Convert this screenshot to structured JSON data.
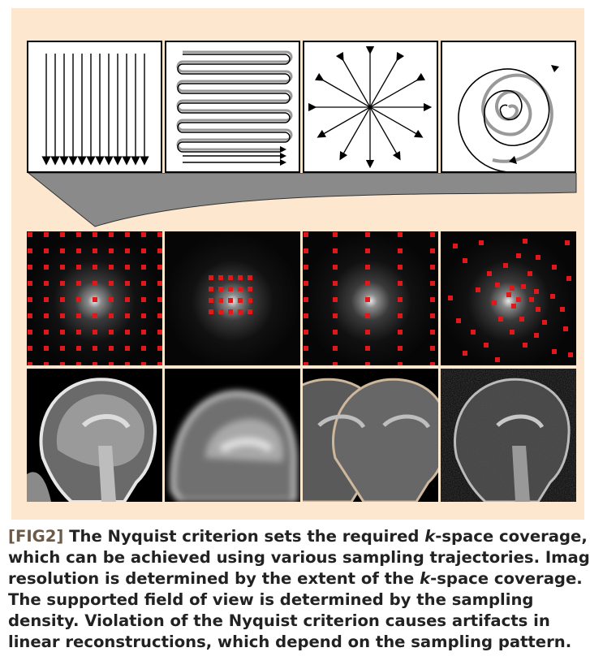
{
  "figure": {
    "trajectories": [
      {
        "name": "cartesian-line-readout",
        "icon": "parallel-down-arrows"
      },
      {
        "name": "echo-planar-zigzag",
        "icon": "zigzag-arrows"
      },
      {
        "name": "radial",
        "icon": "radial-arrows"
      },
      {
        "name": "spiral",
        "icon": "spiral-arrows"
      }
    ],
    "kspace_panels": [
      {
        "pattern": "full-uniform-grid"
      },
      {
        "pattern": "central-grid-low-res"
      },
      {
        "pattern": "undersampled-columns"
      },
      {
        "pattern": "random-variable-density"
      }
    ],
    "reconstructions": [
      {
        "result": "full-resolution"
      },
      {
        "result": "blurred-low-resolution"
      },
      {
        "result": "aliased-ghosts"
      },
      {
        "result": "incoherent-noise-artifacts"
      }
    ],
    "colors": {
      "background": "#fde7cf",
      "sample_marker": "#e01818",
      "tag": "#6b5a48"
    }
  },
  "caption": {
    "tag": "[FIG2]",
    "line1_a": " The Nyquist criterion sets the required ",
    "line1_k": "k",
    "line1_b": "-space coverage,",
    "line2": "which can be achieved using various sampling trajectories. Image",
    "line3_a": "resolution is determined by the extent of the ",
    "line3_k": "k",
    "line3_b": "-space coverage.",
    "line4": "The supported field of view is determined by the sampling",
    "line5": "density. Violation of the Nyquist criterion causes artifacts in",
    "line6": "linear reconstructions, which depend on the sampling pattern."
  }
}
